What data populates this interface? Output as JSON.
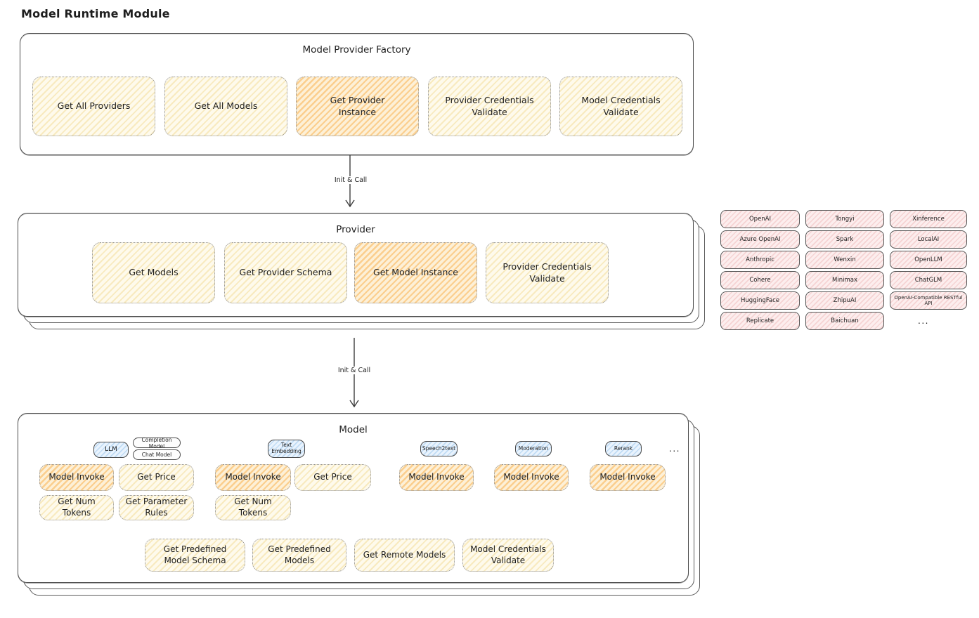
{
  "page": {
    "title": "Model Runtime Module"
  },
  "colors": {
    "node_yellow": "#fdf6dd",
    "node_highlight_orange": "#fbc977",
    "tab_blue": "#d9ecfb",
    "provider_pink": "#fbe9e9",
    "outline": "#4a4a4a"
  },
  "factory": {
    "title": "Model Provider Factory",
    "buttons": [
      "Get All Providers",
      "Get All Models",
      "Get Provider Instance",
      "Provider Credentials Validate",
      "Model Credentials Validate"
    ]
  },
  "arrows": {
    "label1": "Init & Call",
    "label2": "Init & Call"
  },
  "provider": {
    "title": "Provider",
    "buttons": [
      "Get Models",
      "Get Provider Schema",
      "Get Model Instance",
      "Provider Credentials Validate"
    ]
  },
  "providers": {
    "col1": [
      "OpenAI",
      "Azure OpenAI",
      "Anthropic",
      "Cohere",
      "HuggingFace",
      "Replicate"
    ],
    "col2": [
      "Tongyi",
      "Spark",
      "Wenxin",
      "Minimax",
      "ZhipuAI",
      "Baichuan"
    ],
    "col3": [
      "Xinference",
      "LocalAI",
      "OpenLLM",
      "ChatGLM",
      "OpenAI-Compatible RESTful API"
    ],
    "more": "..."
  },
  "model": {
    "title": "Model",
    "more": "...",
    "llm": {
      "tab": "LLM",
      "tag1": "Completion Model",
      "tag2": "Chat Model",
      "invoke": "Model Invoke",
      "price": "Get Price",
      "tokens": "Get Num Tokens",
      "rules": "Get Parameter Rules"
    },
    "text_embedding": {
      "tab": "Text Embedding",
      "invoke": "Model Invoke",
      "price": "Get Price",
      "tokens": "Get Num Tokens"
    },
    "speech2text": {
      "tab": "Speech2text",
      "invoke": "Model Invoke"
    },
    "moderation": {
      "tab": "Moderation",
      "invoke": "Model Invoke"
    },
    "rerank": {
      "tab": "Rerank",
      "invoke": "Model Invoke"
    },
    "bottom": [
      "Get Predefined Model Schema",
      "Get Predefined Models",
      "Get Remote Models",
      "Model Credentials Validate"
    ]
  }
}
